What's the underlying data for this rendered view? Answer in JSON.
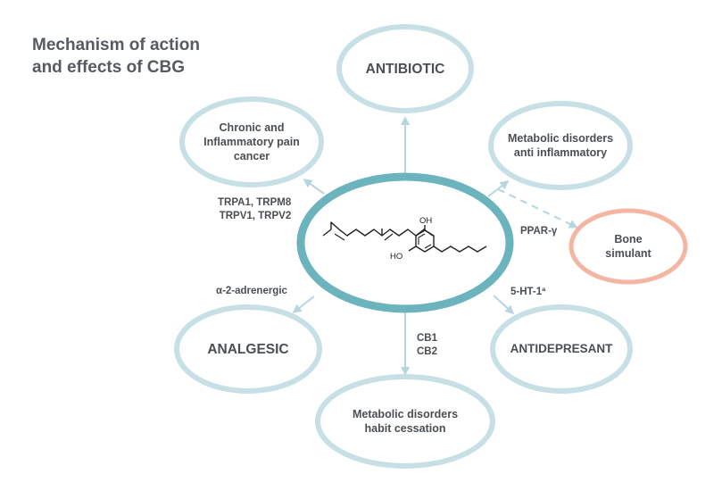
{
  "title_line1": "Mechanism of action",
  "title_line2": "and effects of CBG",
  "center": {
    "molecule": "CBG structure",
    "oh_top": "OH",
    "oh_bottom": "HO"
  },
  "nodes": {
    "antibiotic": "ANTIBIOTIC",
    "chronic": [
      "Chronic and",
      "Inflammatory pain",
      "cancer"
    ],
    "metabolic_top": [
      "Metabolic disorders",
      "anti inflammatory"
    ],
    "bone": [
      "Bone",
      "simulant"
    ],
    "analgesic": "ANALGESIC",
    "antidepressant": "ANTIDEPRESANT",
    "metabolic_bottom": [
      "Metabolic disorders",
      "habit cessation"
    ]
  },
  "labels": {
    "trp_line1": "TRPA1, TRPM8",
    "trp_line2": "TRPV1, TRPV2",
    "ppar": "PPAR-γ",
    "alpha": "α-2-adrenergic",
    "ht": "5-HT-1ª",
    "cb1": "CB1",
    "cb2": "CB2"
  },
  "colors": {
    "ring_light": "#c6e0e6",
    "ring_center": "#6bb3bd",
    "ring_bone": "#f4b6a2",
    "arrow": "#b6d5de"
  }
}
